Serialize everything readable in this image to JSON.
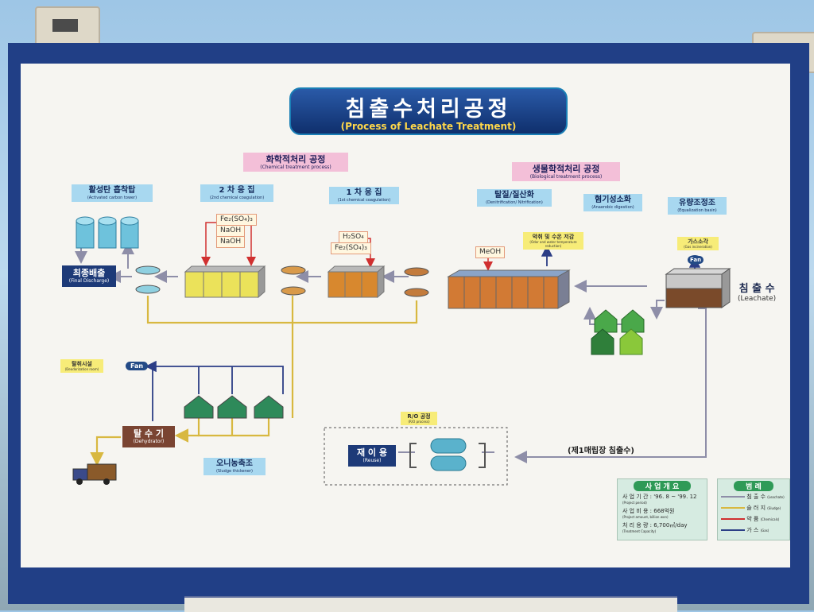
{
  "title": {
    "korean": "침출수처리공정",
    "english": "(Process of Leachate Treatment)"
  },
  "processes": {
    "chemical": {
      "korean": "화학적처리 공정",
      "english": "(Chemical treatment process)"
    },
    "biological": {
      "korean": "생물학적처리 공정",
      "english": "(Biological treatment process)"
    }
  },
  "units": {
    "carbon_tower": {
      "korean": "활성탄 흡착탑",
      "english": "(Activated carbon tower)"
    },
    "coag2": {
      "korean": "2 차 응 집",
      "english": "(2nd chemical coagulation)"
    },
    "coag1": {
      "korean": "1 차 응 집",
      "english": "(1st chemical coagulation)"
    },
    "denitrification": {
      "korean": "탈질/질산화",
      "english": "(Denitrification/ Nitrification)"
    },
    "anaerobic": {
      "korean": "혐기성소화",
      "english": "(Anaerobic digestion)"
    },
    "equalization": {
      "korean": "유량조정조",
      "english": "(Equalization basin)"
    },
    "thickener": {
      "korean": "오니농축조",
      "english": "(Sludge thickener)"
    }
  },
  "dark_labels": {
    "final_discharge": {
      "korean": "최종배출",
      "english": "(Final Discharge)"
    },
    "dehydrator": {
      "korean": "탈 수 기",
      "english": "(Dehydrator)"
    },
    "reuse": {
      "korean": "재 이 용",
      "english": "(Reuse)"
    }
  },
  "yellow_labels": {
    "deodorization": {
      "korean": "탈취시설",
      "english": "(Deodorization room)"
    },
    "gas_burning": {
      "korean": "가스소각",
      "english": "(Gas incineration)"
    },
    "cooling": {
      "korean": "악취 및 수온 저감",
      "english": "(Odor and water temperature reduction)"
    },
    "ro": {
      "korean": "R/O 공정",
      "english": "(R/O process)"
    }
  },
  "chemicals": {
    "coag2": [
      "Fe₂(SO₄)₃",
      "NaOH",
      "NaOH"
    ],
    "coag1": [
      "H₂SO₄",
      "Fe₂(SO₄)₃"
    ],
    "bio": "MeOH"
  },
  "fan": "Fan",
  "leachate": {
    "korean": "침 출 수",
    "english": "(Leachate)"
  },
  "landfill_leachate": "(제1매립장 침출수)",
  "project": {
    "heading": "사 업 개 요",
    "rows": [
      {
        "label": "사 업 기 간 : '96. 8 ~ '99. 12",
        "sub": "(Project period)"
      },
      {
        "label": "사 업 비 용 : 668억원",
        "sub": "(Project amount, billion won)"
      },
      {
        "label": "처 리 용 량 : 6,700㎥/day",
        "sub": "(Treatment Capacity)"
      }
    ]
  },
  "legend": {
    "heading": "범 례",
    "items": [
      {
        "label": "침 출 수",
        "sub": "(Leachate)",
        "color": "#8e8ea8"
      },
      {
        "label": "슬 러 지",
        "sub": "(Sludge)",
        "color": "#d8b840"
      },
      {
        "label": "약 품",
        "sub": "(Chemicals)",
        "color": "#d03030"
      },
      {
        "label": "가 스",
        "sub": "(Gas)",
        "color": "#2c3e86"
      }
    ]
  },
  "colors": {
    "frame": "#213f86",
    "leachate_line": "#8e8ea8",
    "sludge_line": "#d8b840",
    "chemical_line": "#d03030",
    "gas_line": "#2c3e86"
  }
}
